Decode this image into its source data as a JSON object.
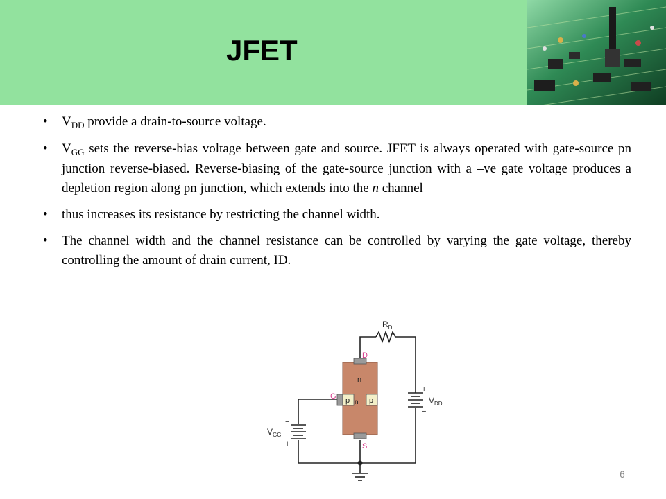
{
  "slide": {
    "title": "JFET",
    "page_number": "6"
  },
  "bullets": [
    {
      "main": "V",
      "sub": "DD",
      "rest": " provide a drain-to-source voltage."
    },
    {
      "main": "V",
      "sub": "GG",
      "rest": " sets the reverse-bias voltage between gate and source. JFET is always operated with gate-source pn junction reverse-biased. Reverse-biasing of the gate-source junction with a –ve gate voltage produces a depletion region along pn junction, which extends into the ",
      "em": "n",
      "tail": " channel"
    },
    {
      "text": " thus increases its resistance by restricting the channel width."
    },
    {
      "text": "The channel width and the channel resistance can be controlled by varying the gate voltage, thereby controlling the amount of drain current, ID."
    }
  ],
  "circuit": {
    "resistor_label": "R",
    "resistor_sub": "D",
    "drain_label": "D",
    "gate_label": "G",
    "source_label": "S",
    "channel_label": "n",
    "p_left_label": "p",
    "p_right_label": "p",
    "n_small_label": "n",
    "vdd_label": "V",
    "vdd_sub": "DD",
    "vgg_label": "V",
    "vgg_sub": "GG",
    "plus": "+",
    "minus": "−",
    "colors": {
      "channel": "#c8876a",
      "label_pink": "#d63a8a",
      "wire": "#222222",
      "p_region": "#f3efc8"
    }
  },
  "header": {
    "band_color": "#92e29e"
  }
}
